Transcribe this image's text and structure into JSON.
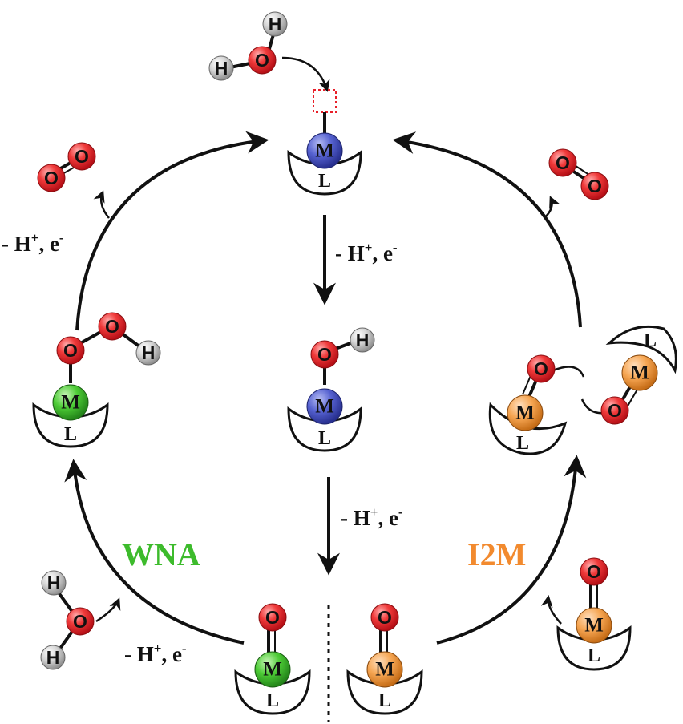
{
  "atoms": {
    "oxygen": "O",
    "hydrogen": "H",
    "metal": "M",
    "ligand": "L"
  },
  "steps": {
    "top_down": {
      "base": "- H",
      "sup1": "+",
      "mid": ", e",
      "sup2": "-"
    },
    "middle_down": {
      "base": "- H",
      "sup1": "+",
      "mid": ", e",
      "sup2": "-"
    },
    "left_top": {
      "base": "- H",
      "sup1": "+",
      "mid": ", e",
      "sup2": "-"
    },
    "left_bottom": {
      "base": "- H",
      "sup1": "+",
      "mid": ", e",
      "sup2": "-"
    }
  },
  "mechanisms": {
    "wna": {
      "label": "WNA",
      "color": "#3dbb2c"
    },
    "i2m": {
      "label": "I2M",
      "color": "#f28a2e"
    }
  },
  "colors": {
    "oxygen": "#e8202a",
    "hydrogen": "#bdbdbd",
    "metal_blue": "#4a55c8",
    "metal_green": "#3dbb2c",
    "metal_orange": "#f4a04a",
    "vacancy": "#e8202a",
    "arrow": "#111111"
  }
}
